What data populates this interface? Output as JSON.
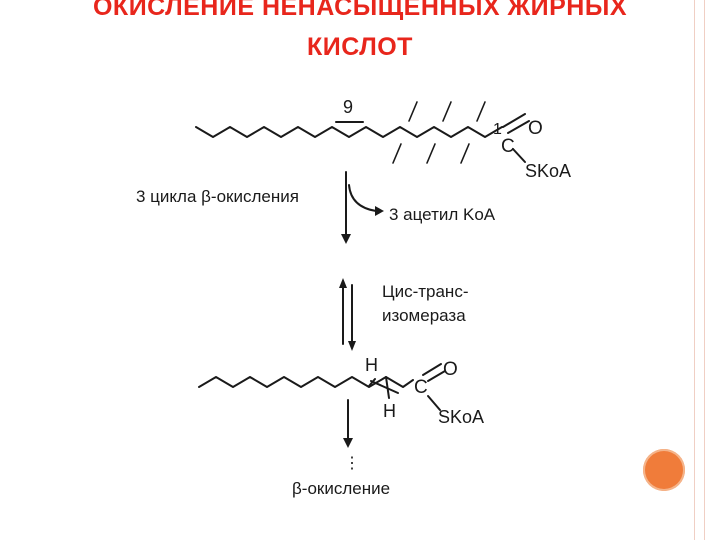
{
  "slide": {
    "title_line1": "ОКИСЛЕНИЕ НЕНАСЫЩЕННЫХ ЖИРНЫХ",
    "title_line2": "КИСЛОТ"
  },
  "diagram": {
    "top_molecule": {
      "double_bond_position": "9",
      "carbon_one": "1",
      "carbonyl_c": "C",
      "carbonyl_o": "O",
      "thioester": "SKoA"
    },
    "step1": {
      "cycles_text": "3 цикла β-окисления",
      "product_text": "3 ацетил KoA"
    },
    "step2": {
      "enzyme_line1": "Цис-транс-",
      "enzyme_line2": "изомераза"
    },
    "bottom_molecule": {
      "h_top": "H",
      "h_bottom": "H",
      "carbonyl_c": "C",
      "carbonyl_o": "O",
      "thioester": "SKoA"
    },
    "continuation_dots": "⋮",
    "final_step": "β-окисление"
  },
  "colors": {
    "title": "#e8261c",
    "ink": "#1a1a1a",
    "accent_dot": "#f07c3a"
  }
}
